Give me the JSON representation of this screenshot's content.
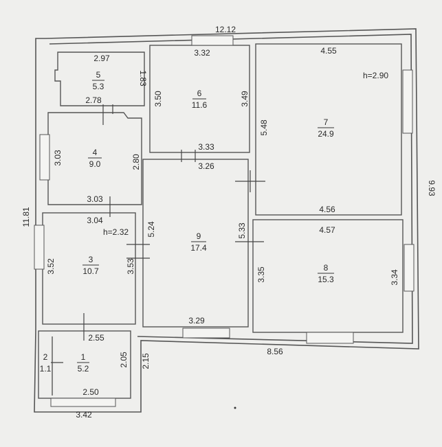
{
  "plan": {
    "rooms": [
      {
        "id": "1",
        "area": "5.2"
      },
      {
        "id": "2",
        "area": "1.1"
      },
      {
        "id": "3",
        "area": "10.7"
      },
      {
        "id": "4",
        "area": "9.0"
      },
      {
        "id": "5",
        "area": "5.3"
      },
      {
        "id": "6",
        "area": "11.6"
      },
      {
        "id": "7",
        "area": "24.9"
      },
      {
        "id": "8",
        "area": "15.3"
      },
      {
        "id": "9",
        "area": "17.4"
      }
    ],
    "heights": {
      "main": "h=2.90",
      "hall": "h=2.32"
    },
    "dimensions": {
      "top_overall": "12.12",
      "right_overall": "9.93",
      "left_overall": "11.81",
      "bottom_right": "8.56",
      "bottom_left": "3.42",
      "r5_top": "2.97",
      "r5_right": "1.83",
      "r5_bottom": "2.78",
      "r6_top": "3.32",
      "r6_left": "3.50",
      "r6_right": "3.49",
      "r6_bottom": "3.33",
      "r7_top": "4.55",
      "r7_left": "5.48",
      "r7_bottom": "4.56",
      "r4_left": "3.03",
      "r4_right": "2.80",
      "r4_bottom": "3.03",
      "r9_top": "3.26",
      "r9_left": "5.24",
      "r9_right": "5.33",
      "r9_bottom": "3.29",
      "r8_top": "4.57",
      "r8_left": "3.35",
      "r8_right": "3.34",
      "r3_top": "3.04",
      "r3_left": "3.52",
      "r3_right": "3.53",
      "r1_top": "2.55",
      "r1_right_inner": "2.05",
      "r1_right_outer": "2.15",
      "r1_bottom": "2.50"
    }
  }
}
